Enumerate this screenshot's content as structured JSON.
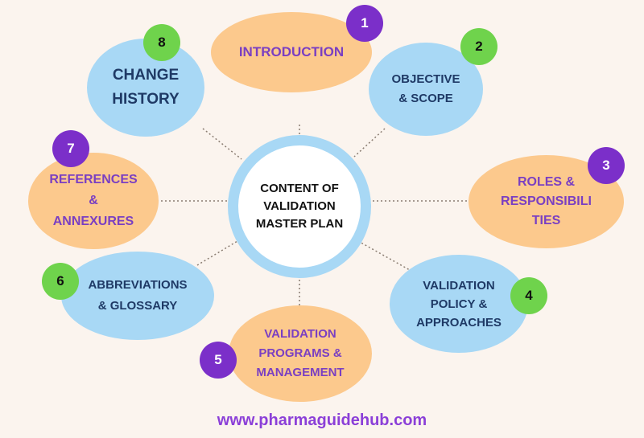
{
  "center": {
    "lines": [
      "CONTENT OF",
      "VALIDATION",
      "MASTER PLAN"
    ]
  },
  "sections": [
    {
      "number": "1",
      "lines": [
        "INTRODUCTION"
      ]
    },
    {
      "number": "2",
      "lines": [
        "OBJECTIVE",
        "& SCOPE"
      ]
    },
    {
      "number": "3",
      "lines": [
        "ROLES &",
        "RESPONSIBILI",
        "TIES"
      ]
    },
    {
      "number": "4",
      "lines": [
        "VALIDATION",
        "POLICY &",
        "APPROACHES"
      ]
    },
    {
      "number": "5",
      "lines": [
        "VALIDATION",
        "PROGRAMS &",
        "MANAGEMENT"
      ]
    },
    {
      "number": "6",
      "lines": [
        "ABBREVIATIONS",
        "& GLOSSARY"
      ]
    },
    {
      "number": "7",
      "lines": [
        "REFERENCES",
        "&",
        "ANNEXURES"
      ]
    },
    {
      "number": "8",
      "lines": [
        "CHANGE",
        "HISTORY"
      ]
    }
  ],
  "footer": {
    "website": "www.pharmaguidehub.com"
  },
  "colors": {
    "peach": "#fcc98d",
    "light_blue": "#a8d8f5",
    "purple": "#7b2fc9",
    "green": "#6fd34c",
    "purple_text": "#7a3fc2",
    "navy_text": "#1f3a66"
  }
}
